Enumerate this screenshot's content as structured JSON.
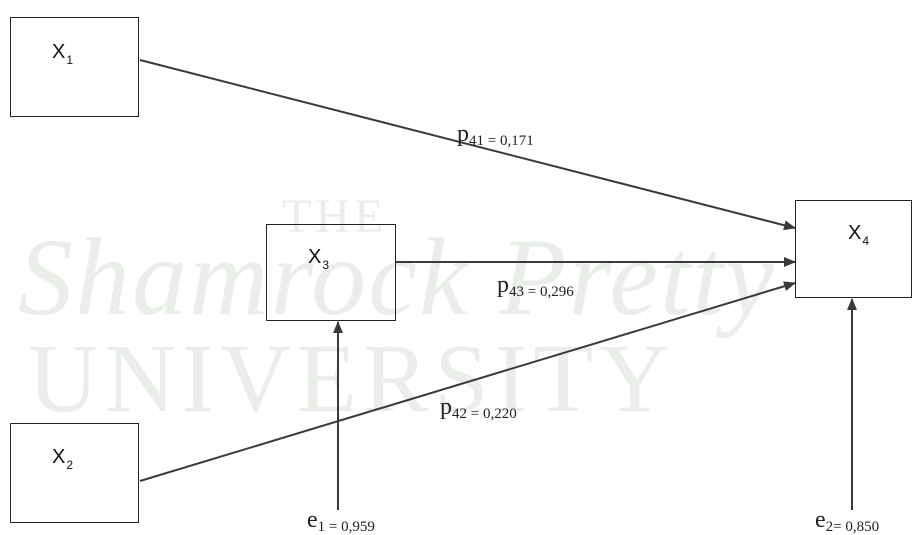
{
  "watermark": {
    "line1": "THE",
    "line2": "Shamrock Pretty",
    "line3": "UNIVERSITY"
  },
  "nodes": {
    "x1": {
      "symbol": "X",
      "sub": "1"
    },
    "x2": {
      "symbol": "X",
      "sub": "2"
    },
    "x3": {
      "symbol": "X",
      "sub": "3"
    },
    "x4": {
      "symbol": "X",
      "sub": "4"
    }
  },
  "paths": {
    "p41": {
      "symbol": "p",
      "rest": "41 = 0,171"
    },
    "p43": {
      "symbol": "p",
      "rest": "43 = 0,296"
    },
    "p42": {
      "symbol": "p",
      "rest": "42 = 0,220"
    }
  },
  "errors": {
    "e1": {
      "symbol": "e",
      "rest": "1 = 0,959"
    },
    "e2": {
      "symbol": "e",
      "rest": "2= 0,850"
    }
  },
  "colors": {
    "line": "#3a3a3a",
    "watermark": "#e9eee8"
  }
}
